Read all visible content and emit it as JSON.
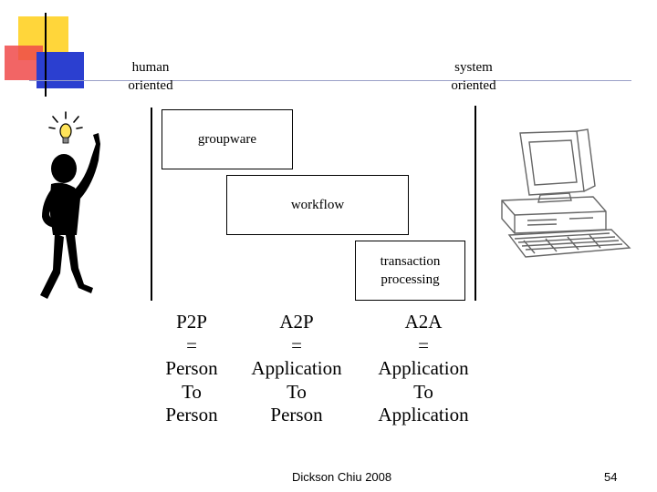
{
  "axis": {
    "left_label": "human\noriented",
    "right_label": "system\noriented"
  },
  "boxes": [
    {
      "label": "groupware"
    },
    {
      "label": "workflow"
    },
    {
      "label": "transaction\nprocessing"
    }
  ],
  "columns": [
    {
      "text": "P2P\n=\nPerson\nTo\nPerson"
    },
    {
      "text": "A2P\n=\nApplication\nTo\nPerson"
    },
    {
      "text": "A2A\n=\nApplication\nTo\nApplication"
    }
  ],
  "footer": {
    "author": "Dickson Chiu 2008",
    "page_number": "54"
  },
  "colors": {
    "logo_yellow": "#ffd63a",
    "logo_red": "#f04a4a",
    "logo_blue": "#2b3fd0",
    "rule": "#9aa0c8"
  },
  "icons": {
    "left_figure": "person-lightbulb-icon",
    "right_figure": "desktop-computer-icon"
  }
}
